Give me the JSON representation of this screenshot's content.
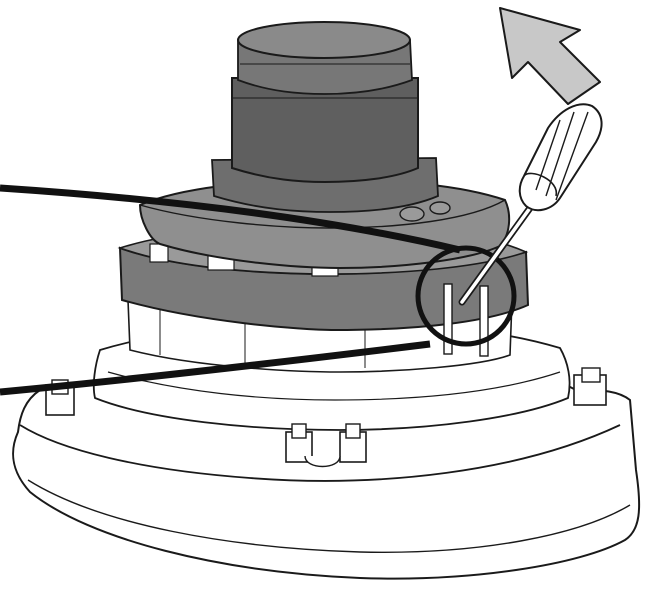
{
  "figure": {
    "description_icon": "camera-dome-removal-diagram",
    "colors": {
      "background": "#ffffff",
      "outline": "#1a1a1a",
      "dark_part": "#6b6b6b",
      "mid_part": "#8a8a8a",
      "light_part": "#b5b5b5",
      "arrow_fill": "#c8c8c8",
      "base_fill": "#ffffff"
    },
    "callout": {
      "shape": "circle",
      "highlight": "release-tab"
    },
    "arrow": {
      "direction": "up-right",
      "meaning": "lift-off"
    },
    "tool": "screwdriver"
  }
}
